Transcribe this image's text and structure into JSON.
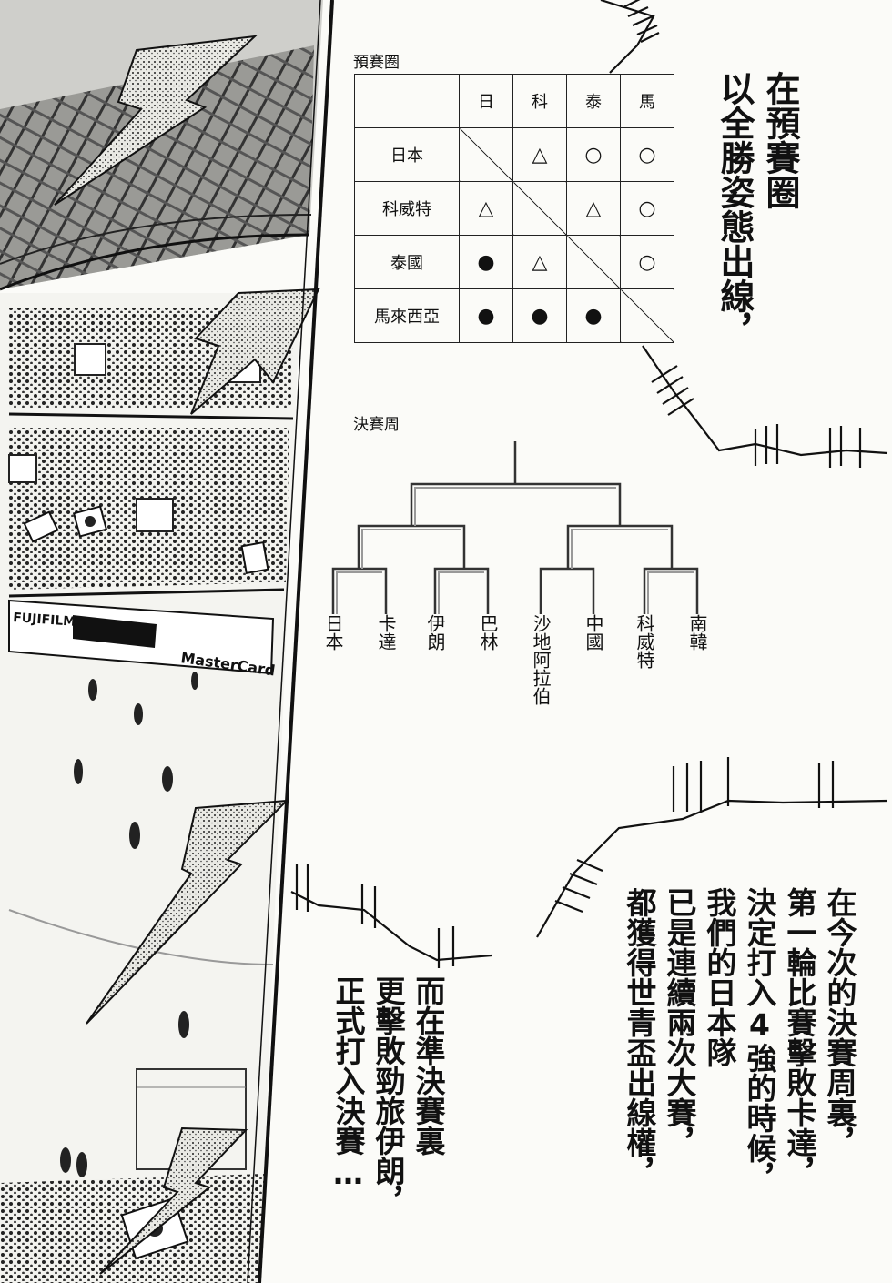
{
  "captions": {
    "main": "在預賽圈\n以全勝姿態出線，",
    "middle": "在今次的決賽周裏，\n第一輪比賽擊敗卡達，\n決定打入4強的時候，\n我們的日本隊\n已是連續兩次大賽，\n都獲得世青盃出線權，",
    "bottom": "而在準決賽裏\n更擊敗勁旅伊朗，\n正式打入決賽…"
  },
  "preliminary": {
    "label": "預賽圈",
    "columns": [
      "日",
      "科",
      "泰",
      "馬"
    ],
    "rows": [
      {
        "team": "日本",
        "results": [
          "",
          "△",
          "○",
          "○"
        ]
      },
      {
        "team": "科威特",
        "results": [
          "△",
          "",
          "△",
          "○"
        ]
      },
      {
        "team": "泰國",
        "results": [
          "●",
          "△",
          "",
          "○"
        ]
      },
      {
        "team": "馬來西亞",
        "results": [
          "●",
          "●",
          "●",
          ""
        ]
      }
    ]
  },
  "finals": {
    "label": "決賽周",
    "teams": [
      "日本",
      "卡達",
      "伊朗",
      "巴林",
      "沙地阿拉伯",
      "中國",
      "科威特",
      "南韓"
    ]
  },
  "ads": {
    "fuji": "FUJIFILM",
    "mastercard": "MasterCard"
  }
}
